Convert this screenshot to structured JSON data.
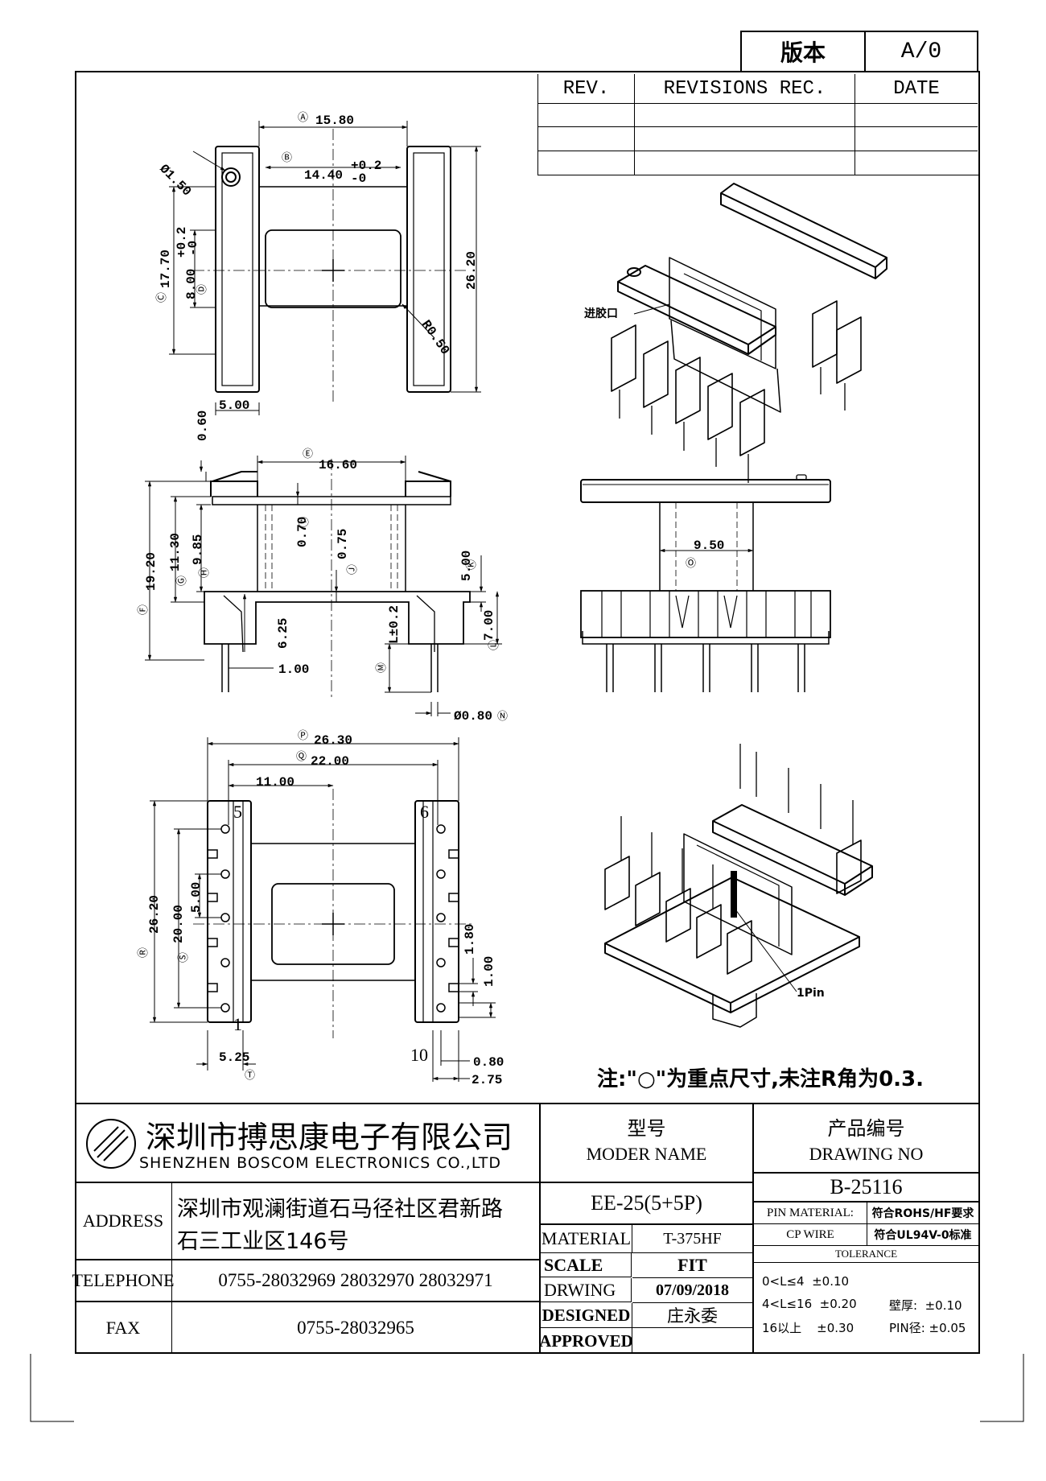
{
  "version": {
    "label": "版本",
    "value": "A/0"
  },
  "revisions": {
    "col_rev": "REV.",
    "col_rec": "REVISIONS REC.",
    "col_date": "DATE"
  },
  "top_view": {
    "dim_a": "15.80",
    "dim_b_base": "14.40",
    "dim_b_tol_up": "+0.2",
    "dim_b_tol_dn": "-0",
    "dim_hole": "Ø1.50",
    "dim_c": "17.70",
    "dim_d_base": "8.00",
    "dim_d_tol_up": "+0.2",
    "dim_d_tol_dn": "-0",
    "dim_height": "26.20",
    "dim_radius": "R0.50",
    "dim_width": "5.00"
  },
  "front_view": {
    "dim_top": "0.60",
    "dim_e": "16.60",
    "dim_f": "19.20",
    "dim_g": "11.30",
    "dim_h": "9.85",
    "dim_i": "0.70",
    "dim_j": "0.75",
    "dim_k": "5.00",
    "dim_l": "7.00",
    "dim_m": "L±0.2",
    "dim_pin_len": "6.25",
    "dim_pin_off": "1.00",
    "dim_n": "Ø0.80"
  },
  "side_view": {
    "dim_o": "9.50"
  },
  "bottom_view": {
    "dim_p": "26.30",
    "dim_q": "22.00",
    "dim_half": "11.00",
    "dim_r": "26.20",
    "dim_s": "20.00",
    "dim_pitch": "5.00",
    "dim_slot": "1.80",
    "dim_slot2": "1.00",
    "dim_t": "5.25",
    "dim_edge": "0.80",
    "dim_base": "2.75",
    "pin_5": "5",
    "pin_6": "6",
    "pin_1": "1",
    "pin_10": "10"
  },
  "iso_labels": {
    "gate": "进胶口",
    "pin1": "1Pin"
  },
  "note": "注:\"○\"为重点尺寸,未注R角为0.3.",
  "title_block": {
    "company_cn": "深圳市搏思康电子有限公司",
    "company_en": "SHENZHEN BOSCOM ELECTRONICS CO.,LTD",
    "address_label": "ADDRESS",
    "address_line1": "深圳市观澜街道石马径社区君新路",
    "address_line2": "石三工业区146号",
    "telephone_label": "TELEPHONE",
    "telephone": "0755-28032969 28032970 28032971",
    "fax_label": "FAX",
    "fax": "0755-28032965",
    "model_cn": "型号",
    "model_en": "MODER NAME",
    "model_value": "EE-25(5+5P)",
    "drawing_cn": "产品编号",
    "drawing_en": "DRAWING NO",
    "drawing_value": "B-25116",
    "material_label": "MATERIAL",
    "material_value": "T-375HF",
    "scale_label": "SCALE",
    "scale_value": "FIT",
    "drwing_label": "DRWING",
    "drwing_value": "07/09/2018",
    "designed_label": "DESIGNED",
    "designed_value": "庄永委",
    "approved_label": "APPROVED",
    "approved_value": "",
    "pin_material_label": "PIN MATERIAL:",
    "pin_material_value": "符合ROHS/HF要求",
    "cp_wire_label": "CP WIRE",
    "cp_wire_value": "符合UL94V-0标准",
    "tolerance_label": "TOLERANCE",
    "tol_1": "0<L≤4  ±0.10",
    "tol_2": "4<L≤16  ±0.20",
    "tol_3": "16以上    ±0.30",
    "tol_wall": "壁厚:  ±0.10",
    "tol_pin": "PIN径: ±0.05"
  }
}
